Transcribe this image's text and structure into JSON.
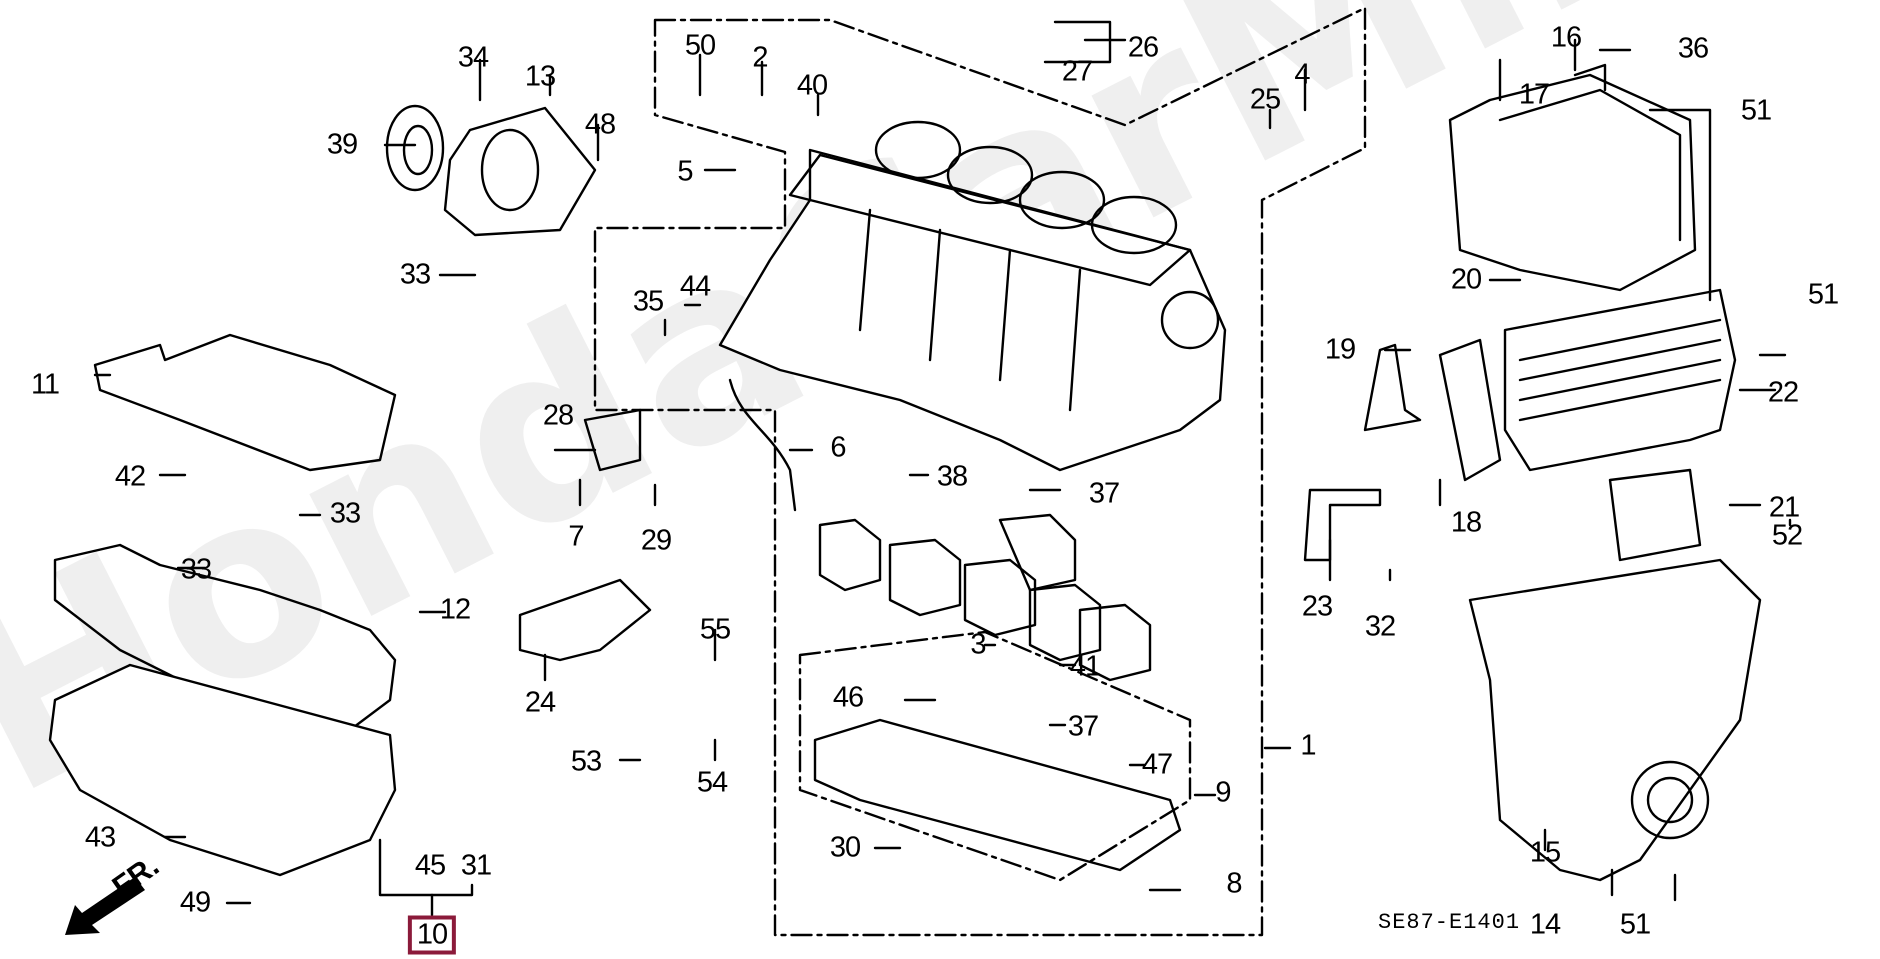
{
  "diagram": {
    "code": "SE87-E1401",
    "watermark": "HondaCarMine.ru",
    "front_indicator": "FR.",
    "highlight_color": "#8b1a3a",
    "highlighted_part": "10",
    "callouts": [
      {
        "id": "c34",
        "text": "34"
      },
      {
        "id": "c13",
        "text": "13"
      },
      {
        "id": "c39",
        "text": "39"
      },
      {
        "id": "c48",
        "text": "48"
      },
      {
        "id": "c33a",
        "text": "33"
      },
      {
        "id": "c50",
        "text": "50"
      },
      {
        "id": "c2",
        "text": "2"
      },
      {
        "id": "c40",
        "text": "40"
      },
      {
        "id": "c5",
        "text": "5"
      },
      {
        "id": "c26",
        "text": "26"
      },
      {
        "id": "c27",
        "text": "27"
      },
      {
        "id": "c25",
        "text": "25"
      },
      {
        "id": "c4",
        "text": "4"
      },
      {
        "id": "c16",
        "text": "16"
      },
      {
        "id": "c17",
        "text": "17"
      },
      {
        "id": "c36",
        "text": "36"
      },
      {
        "id": "c51a",
        "text": "51"
      },
      {
        "id": "c35",
        "text": "35"
      },
      {
        "id": "c44",
        "text": "44"
      },
      {
        "id": "c11",
        "text": "11"
      },
      {
        "id": "c42",
        "text": "42"
      },
      {
        "id": "c19",
        "text": "19"
      },
      {
        "id": "c20",
        "text": "20"
      },
      {
        "id": "c51b",
        "text": "51"
      },
      {
        "id": "c22",
        "text": "22"
      },
      {
        "id": "c28",
        "text": "28"
      },
      {
        "id": "c6",
        "text": "6"
      },
      {
        "id": "c38",
        "text": "38"
      },
      {
        "id": "c37a",
        "text": "37"
      },
      {
        "id": "c7",
        "text": "7"
      },
      {
        "id": "c29",
        "text": "29"
      },
      {
        "id": "c33b",
        "text": "33"
      },
      {
        "id": "c33c",
        "text": "33"
      },
      {
        "id": "c12",
        "text": "12"
      },
      {
        "id": "c18",
        "text": "18"
      },
      {
        "id": "c21",
        "text": "21"
      },
      {
        "id": "c52",
        "text": "52"
      },
      {
        "id": "c23",
        "text": "23"
      },
      {
        "id": "c32",
        "text": "32"
      },
      {
        "id": "c55",
        "text": "55"
      },
      {
        "id": "c3",
        "text": "3"
      },
      {
        "id": "c41",
        "text": "41"
      },
      {
        "id": "c24",
        "text": "24"
      },
      {
        "id": "c46",
        "text": "46"
      },
      {
        "id": "c37b",
        "text": "37"
      },
      {
        "id": "c47",
        "text": "47"
      },
      {
        "id": "c53",
        "text": "53"
      },
      {
        "id": "c54",
        "text": "54"
      },
      {
        "id": "c1",
        "text": "1"
      },
      {
        "id": "c9",
        "text": "9"
      },
      {
        "id": "c43",
        "text": "43"
      },
      {
        "id": "c45",
        "text": "45"
      },
      {
        "id": "c31",
        "text": "31"
      },
      {
        "id": "c30",
        "text": "30"
      },
      {
        "id": "c15",
        "text": "15"
      },
      {
        "id": "c8",
        "text": "8"
      },
      {
        "id": "c49",
        "text": "49"
      },
      {
        "id": "c10",
        "text": "10"
      },
      {
        "id": "c14",
        "text": "14"
      },
      {
        "id": "c51c",
        "text": "51"
      }
    ]
  }
}
